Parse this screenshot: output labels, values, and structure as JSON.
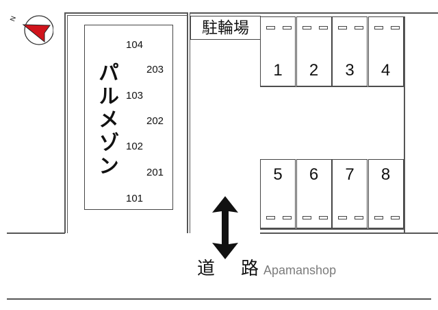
{
  "compass": {
    "label": "N",
    "color": "#d0141c"
  },
  "building": {
    "name": "パルメゾン",
    "units": [
      "104",
      "203",
      "103",
      "202",
      "102",
      "201",
      "101"
    ]
  },
  "bike_parking": {
    "label": "駐輪場",
    "stalls": [
      "1",
      "2",
      "3",
      "4",
      "5",
      "6",
      "7",
      "8"
    ]
  },
  "road": {
    "label": "道　路"
  },
  "watermark": "Apamanshop"
}
